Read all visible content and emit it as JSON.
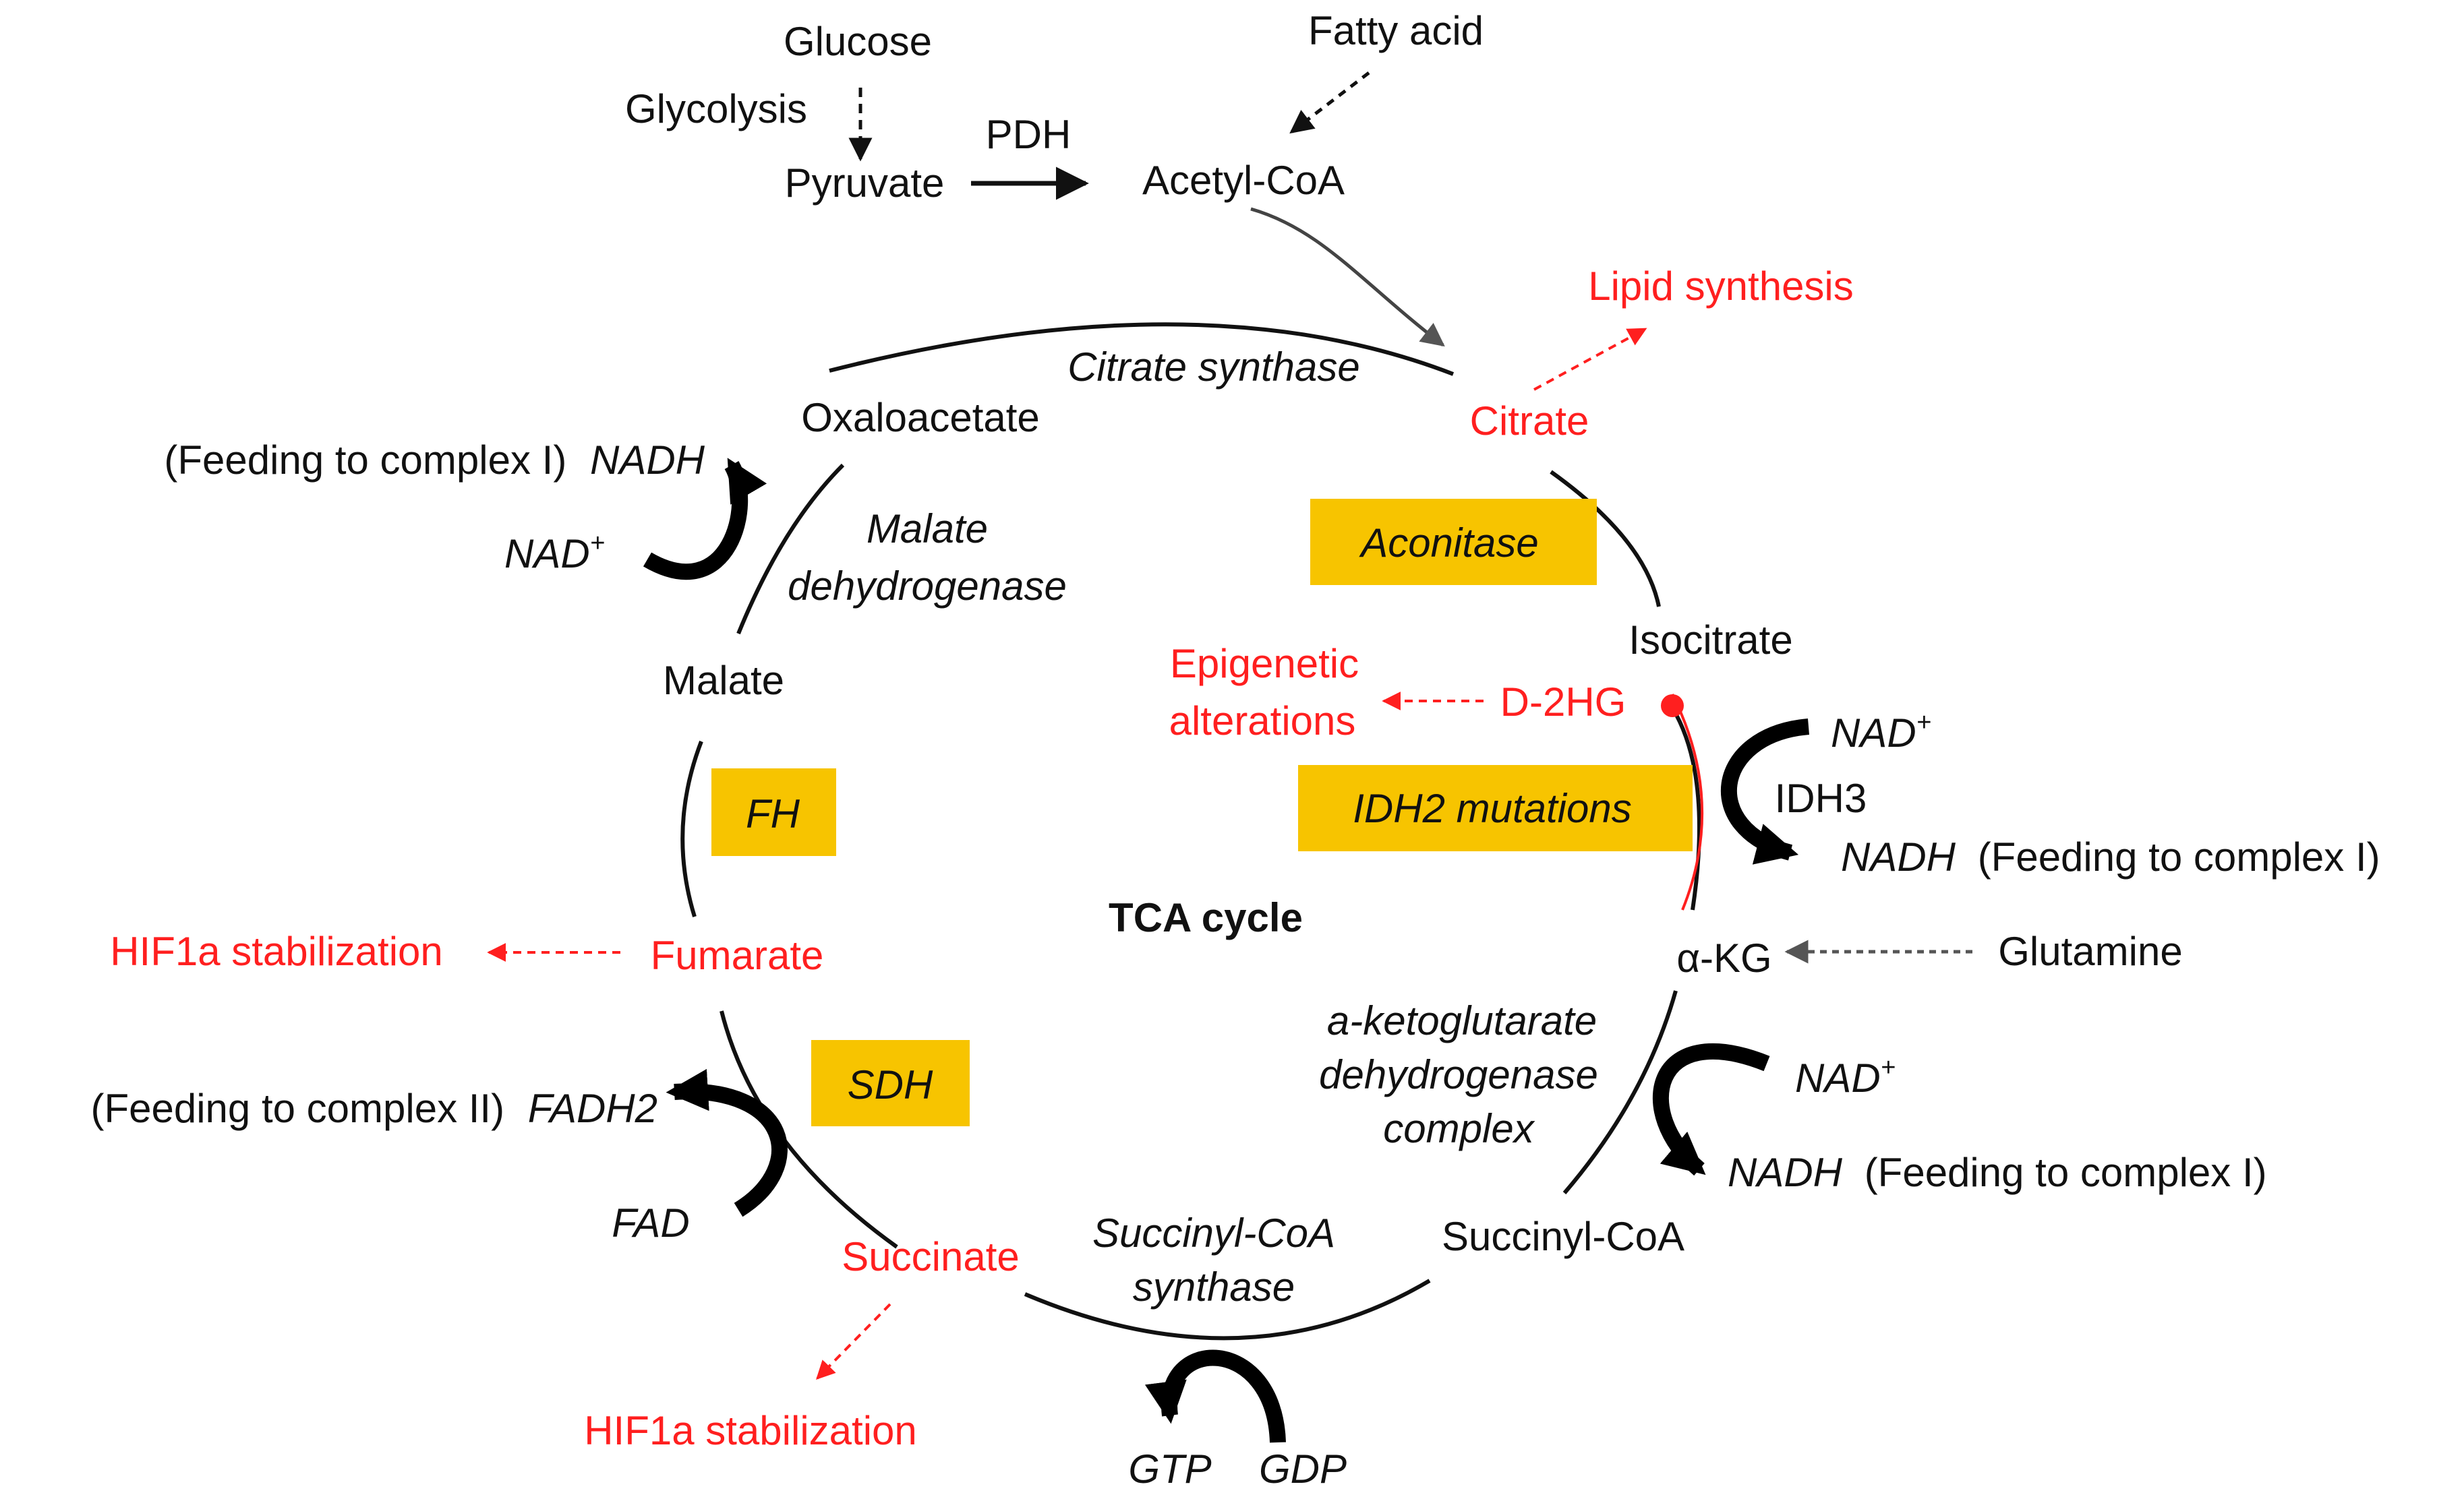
{
  "colors": {
    "text": "#111111",
    "highlight_red": "#ff1f1f",
    "enzyme_box": "#f7c400",
    "dashed_grey": "#555555"
  },
  "inputs": {
    "glucose": "Glucose",
    "glycolysis": "Glycolysis",
    "pyruvate": "Pyruvate",
    "pdh": "PDH",
    "acetyl_coa": "Acetyl-CoA",
    "fatty_acid": "Fatty acid",
    "glutamine": "Glutamine"
  },
  "center_title": "TCA cycle",
  "metabolites": {
    "citrate": "Citrate",
    "isocitrate": "Isocitrate",
    "akg": "α-KG",
    "succinyl_coa": "Succinyl-CoA",
    "succinate": "Succinate",
    "fumarate": "Fumarate",
    "malate": "Malate",
    "oxaloacetate": "Oxaloacetate",
    "d2hg": "D-2HG"
  },
  "enzymes": {
    "citrate_synthase": "Citrate synthase",
    "aconitase": "Aconitase",
    "idh2_mutations": "IDH2 mutations",
    "idh3": "IDH3",
    "akgdh_line1": "a-ketoglutarate",
    "akgdh_line2": "dehydrogenase",
    "akgdh_line3": "complex",
    "succinyl_coa_synthase_line1": "Succinyl-CoA",
    "succinyl_coa_synthase_line2": "synthase",
    "sdh": "SDH",
    "fh": "FH",
    "mdh_line1": "Malate",
    "mdh_line2": "dehydrogenase"
  },
  "cofactors": {
    "nad_base": "NAD",
    "nad_sup": "+",
    "nadh": "NADH",
    "fad": "FAD",
    "fadh2": "FADH2",
    "gtp": "GTP",
    "gdp": "GDP"
  },
  "feeding": {
    "complex_1_suffix": "(Feeding to complex I)",
    "complex_1_prefix": "(Feeding to complex I)",
    "complex_2_prefix": "(Feeding to complex II)"
  },
  "outcomes": {
    "lipid_synthesis": "Lipid synthesis",
    "epigenetic_line1": "Epigenetic",
    "epigenetic_line2": "alterations",
    "hif1a_fumarate": "HIF1a stabilization",
    "hif1a_succinate": "HIF1a stabilization"
  }
}
